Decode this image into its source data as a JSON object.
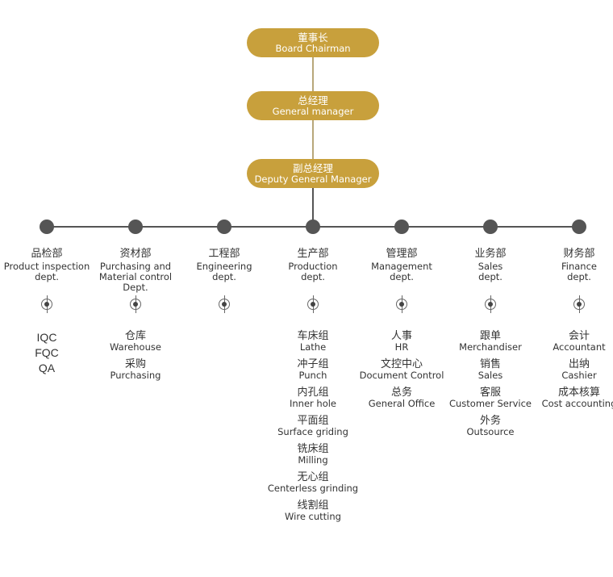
{
  "top": [
    {
      "cn": "董事长",
      "en": "Board Chairman"
    },
    {
      "cn": "总经理",
      "en": "General manager"
    },
    {
      "cn": "副总经理",
      "en": "Deputy General Manager"
    }
  ],
  "departments": [
    {
      "cn": "品检部",
      "en": [
        "Product inspection",
        "dept."
      ],
      "subs": [],
      "codes": [
        "IQC",
        "FQC",
        "QA"
      ]
    },
    {
      "cn": "资材部",
      "en": [
        "Purchasing and",
        "Material control Dept."
      ],
      "subs": [
        {
          "cn": "仓库",
          "en": "Warehouse"
        },
        {
          "cn": "采购",
          "en": "Purchasing"
        }
      ],
      "codes": []
    },
    {
      "cn": "工程部",
      "en": [
        "Engineering",
        "dept."
      ],
      "subs": [],
      "codes": []
    },
    {
      "cn": "生产部",
      "en": [
        "Production",
        "dept."
      ],
      "subs": [
        {
          "cn": "车床组",
          "en": "Lathe"
        },
        {
          "cn": "冲子组",
          "en": "Punch"
        },
        {
          "cn": "内孔组",
          "en": "Inner hole"
        },
        {
          "cn": "平面组",
          "en": "Surface griding"
        },
        {
          "cn": "铣床组",
          "en": "Milling"
        },
        {
          "cn": "无心组",
          "en": "Centerless grinding"
        },
        {
          "cn": "线割组",
          "en": "Wire cutting"
        }
      ],
      "codes": []
    },
    {
      "cn": "管理部",
      "en": [
        "Management",
        "dept."
      ],
      "subs": [
        {
          "cn": "人事",
          "en": "HR"
        },
        {
          "cn": "文控中心",
          "en": "Document Control"
        },
        {
          "cn": "总务",
          "en": "General Office"
        }
      ],
      "codes": []
    },
    {
      "cn": "业务部",
      "en": [
        "Sales",
        "dept."
      ],
      "subs": [
        {
          "cn": "跟单",
          "en": "Merchandiser"
        },
        {
          "cn": "销售",
          "en": "Sales"
        },
        {
          "cn": "客服",
          "en": "Customer Service"
        },
        {
          "cn": "外务",
          "en": "Outsource"
        }
      ],
      "codes": []
    },
    {
      "cn": "财务部",
      "en": [
        "Finance",
        "dept."
      ],
      "subs": [
        {
          "cn": "会计",
          "en": "Accountant"
        },
        {
          "cn": "出纳",
          "en": "Cashier"
        },
        {
          "cn": "成本核算",
          "en": "Cost accounting"
        }
      ],
      "codes": []
    }
  ],
  "colors": {
    "pill": "#c8a03c",
    "line": "#555555"
  }
}
